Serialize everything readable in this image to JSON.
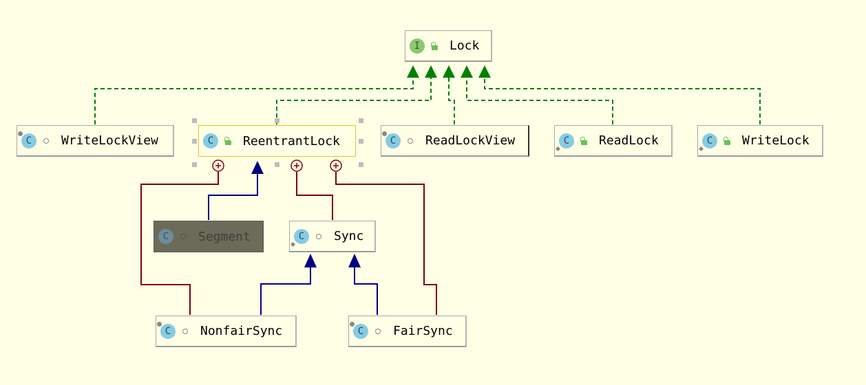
{
  "diagram": {
    "nodes": {
      "lock": {
        "label": "Lock",
        "icon": "I",
        "kind": "interface",
        "visibility": "public"
      },
      "write_lock_view": {
        "label": "WriteLockView",
        "icon": "C",
        "kind": "class",
        "visibility": "package"
      },
      "reentrant_lock": {
        "label": "ReentrantLock",
        "icon": "C",
        "kind": "class",
        "visibility": "public",
        "selected": true
      },
      "read_lock_view": {
        "label": "ReadLockView",
        "icon": "C",
        "kind": "class",
        "visibility": "package"
      },
      "read_lock": {
        "label": "ReadLock",
        "icon": "C",
        "kind": "class",
        "visibility": "public"
      },
      "write_lock": {
        "label": "WriteLock",
        "icon": "C",
        "kind": "class",
        "visibility": "public"
      },
      "segment": {
        "label": "Segment",
        "icon": "C",
        "kind": "class",
        "visibility": "package",
        "dimmed": true
      },
      "sync": {
        "label": "Sync",
        "icon": "C",
        "kind": "abstract-class",
        "visibility": "package"
      },
      "nonfair_sync": {
        "label": "NonfairSync",
        "icon": "C",
        "kind": "class",
        "visibility": "package"
      },
      "fair_sync": {
        "label": "FairSync",
        "icon": "C",
        "kind": "class",
        "visibility": "package"
      }
    },
    "relations": [
      {
        "from": "write_lock_view",
        "to": "lock",
        "type": "implements"
      },
      {
        "from": "reentrant_lock",
        "to": "lock",
        "type": "implements"
      },
      {
        "from": "read_lock_view",
        "to": "lock",
        "type": "implements"
      },
      {
        "from": "read_lock",
        "to": "lock",
        "type": "implements"
      },
      {
        "from": "write_lock",
        "to": "lock",
        "type": "implements"
      },
      {
        "from": "segment",
        "to": "reentrant_lock",
        "type": "extends"
      },
      {
        "from": "nonfair_sync",
        "to": "sync",
        "type": "extends"
      },
      {
        "from": "fair_sync",
        "to": "sync",
        "type": "extends"
      },
      {
        "from": "nonfair_sync",
        "to": "reentrant_lock",
        "type": "inner-class"
      },
      {
        "from": "sync",
        "to": "reentrant_lock",
        "type": "inner-class"
      },
      {
        "from": "fair_sync",
        "to": "reentrant_lock",
        "type": "inner-class"
      }
    ],
    "colors": {
      "background": "#ffffe6",
      "implements": "#008000",
      "extends": "#000080",
      "inner_class": "#800000",
      "selection": "#e8c21c",
      "class_icon": "#86cbe2",
      "interface_icon": "#8cc771"
    },
    "icons": {
      "class": "class-c-icon",
      "interface": "interface-i-icon",
      "public": "unlocked-padlock-icon",
      "package": "package-dot-icon"
    }
  }
}
